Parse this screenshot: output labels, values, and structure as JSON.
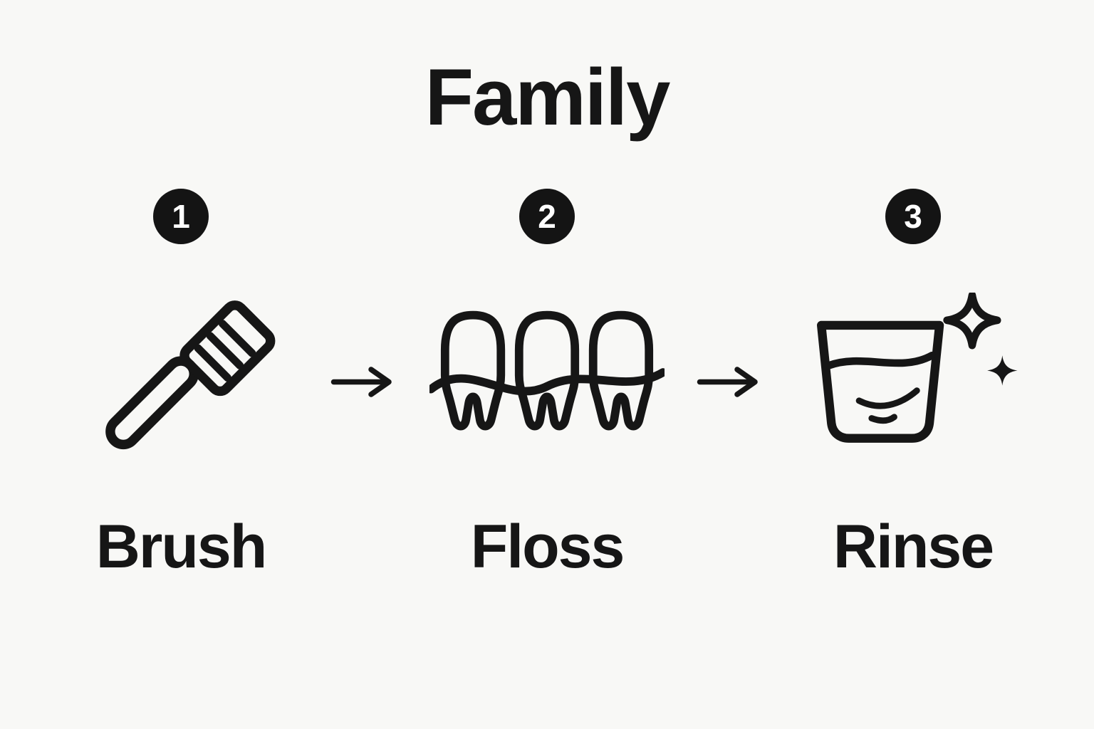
{
  "title": "Family",
  "colors": {
    "background": "#f8f8f6",
    "ink": "#161616",
    "badge_bg": "#141414",
    "badge_text": "#ffffff"
  },
  "steps": [
    {
      "number": "1",
      "label": "Brush",
      "icon": "toothbrush-icon"
    },
    {
      "number": "2",
      "label": "Floss",
      "icon": "teeth-floss-icon"
    },
    {
      "number": "3",
      "label": "Rinse",
      "icon": "rinse-glass-icon"
    }
  ],
  "arrow_glyph": "→"
}
